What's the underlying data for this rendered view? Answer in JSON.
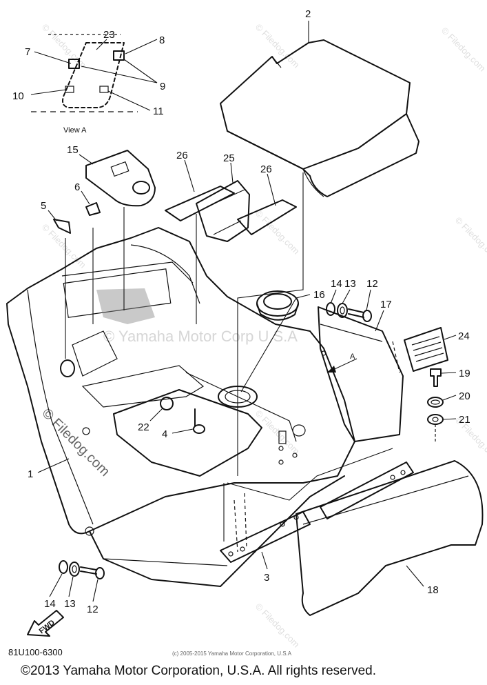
{
  "callouts": [
    {
      "text": "2"
    },
    {
      "text": "23"
    },
    {
      "text": "8"
    },
    {
      "text": "7"
    },
    {
      "text": "9"
    },
    {
      "text": "10"
    },
    {
      "text": "11"
    },
    {
      "text": "15"
    },
    {
      "text": "26"
    },
    {
      "text": "25"
    },
    {
      "text": "26"
    },
    {
      "text": "6"
    },
    {
      "text": "5"
    },
    {
      "text": "14"
    },
    {
      "text": "13"
    },
    {
      "text": "12"
    },
    {
      "text": "16"
    },
    {
      "text": "17"
    },
    {
      "text": "24"
    },
    {
      "text": "A"
    },
    {
      "text": "19"
    },
    {
      "text": "20"
    },
    {
      "text": "21"
    },
    {
      "text": "22"
    },
    {
      "text": "4"
    },
    {
      "text": "1"
    },
    {
      "text": "3"
    },
    {
      "text": "18"
    },
    {
      "text": "14"
    },
    {
      "text": "13"
    },
    {
      "text": "12"
    }
  ],
  "view_label": "View A",
  "front_label": "FWD",
  "diagram_code": "81U100-6300",
  "fine_print": "(c) 2005-2015 Yamaha Motor Corporation, U.S.A",
  "watermark_center": "© Yamaha Motor Corp U.S.A",
  "watermark_side": "© Filedog.com",
  "watermark_repeat": "© Filedog.com",
  "copyright": "©2013 Yamaha Motor Corporation, U.S.A. All rights reserved."
}
